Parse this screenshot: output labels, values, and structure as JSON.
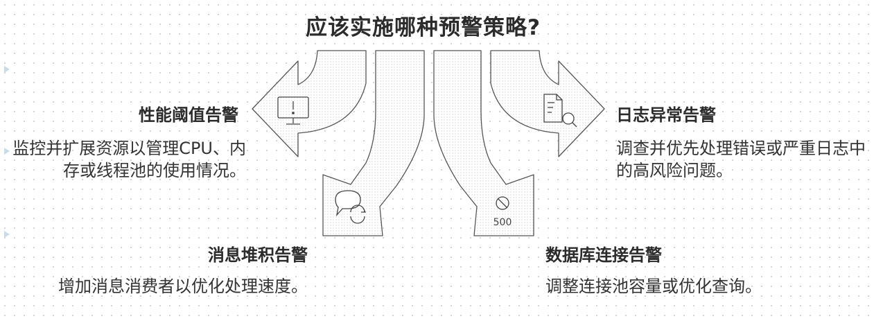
{
  "title": "应该实施哪种预警策略?",
  "strategies": {
    "performance": {
      "heading": "性能阈值告警",
      "description": "监控并扩展资源以管理CPU、内存或线程池的使用情况。",
      "icon": "monitor-alert-icon"
    },
    "log": {
      "heading": "日志异常告警",
      "description": "调查并优先处理错误或严重日志中的高风险问题。",
      "icon": "document-search-icon"
    },
    "message": {
      "heading": "消息堆积告警",
      "description": "增加消息消费者以优化处理速度。",
      "icon": "chat-refresh-icon"
    },
    "database": {
      "heading": "数据库连接告警",
      "description": "调整连接池容量或优化查询。",
      "icon": "error-500-icon",
      "icon_text": "500"
    }
  },
  "colors": {
    "arrow_stroke": "#555555",
    "arrow_fill": "#ffffff",
    "text": "#2b2b2b",
    "dots": "#cfd3d8"
  }
}
